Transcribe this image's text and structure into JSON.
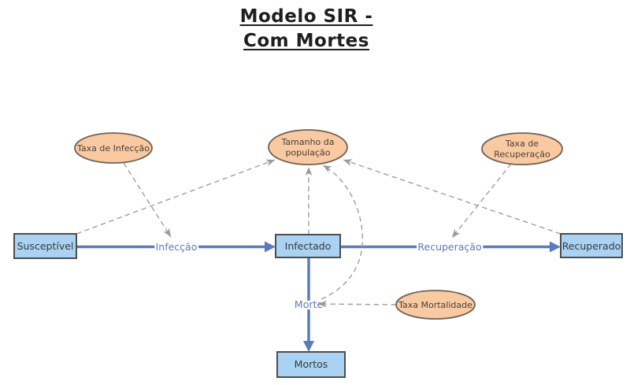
{
  "title": {
    "line1": "Modelo SIR -",
    "line2": "Com Mortes"
  },
  "colors": {
    "background": "#ffffff",
    "stock_fill": "#a9d2f3",
    "stock_border": "#4d4d4d",
    "variable_fill": "#f9c9a1",
    "variable_border": "#6f6257",
    "flow_accent": "#5b7abd",
    "dependency_gray": "#9e9e9e",
    "text_dark": "#3a3a3a",
    "title_color": "#1e1e1e"
  },
  "diagram": {
    "stocks": [
      {
        "id": "susceptivel",
        "label": "Susceptível"
      },
      {
        "id": "infectado",
        "label": "Infectado"
      },
      {
        "id": "recuperado",
        "label": "Recuperado"
      },
      {
        "id": "mortos",
        "label": "Mortos"
      }
    ],
    "variables": [
      {
        "id": "taxa-de-infeccao",
        "label": "Taxa de Infecção"
      },
      {
        "id": "tamanho-da-populacao",
        "line1": "Tamanho da",
        "line2": "população"
      },
      {
        "id": "taxa-de-recuperacao",
        "line1": "Taxa de",
        "line2": "Recuperação"
      },
      {
        "id": "taxa-mortalidade",
        "label": "Taxa Mortalidade"
      }
    ],
    "flows": [
      {
        "id": "infeccao",
        "label": "Infecção",
        "from": "Susceptível",
        "to": "Infectado"
      },
      {
        "id": "recuperacao",
        "label": "Recuperação",
        "from": "Infectado",
        "to": "Recuperado"
      },
      {
        "id": "morte",
        "label": "Morte",
        "from": "Infectado",
        "to": "Mortos"
      }
    ],
    "dependencies": [
      {
        "from": "Taxa de Infecção",
        "to": "Infecção",
        "style": "dashed"
      },
      {
        "from": "Susceptível",
        "to": "Tamanho da população",
        "style": "dashed"
      },
      {
        "from": "Infectado",
        "to": "Tamanho da população",
        "style": "dashed"
      },
      {
        "from": "Recuperado",
        "to": "Tamanho da população",
        "style": "dashed"
      },
      {
        "from": "Morte",
        "to": "Tamanho da população",
        "style": "dashed"
      },
      {
        "from": "Taxa de Recuperação",
        "to": "Recuperação",
        "style": "dashed"
      },
      {
        "from": "Taxa Mortalidade",
        "to": "Morte",
        "style": "dashed"
      }
    ]
  }
}
